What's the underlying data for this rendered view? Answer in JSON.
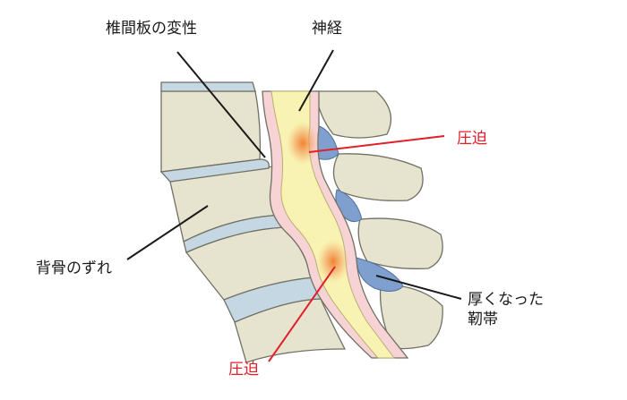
{
  "labels": {
    "disc_degeneration": "椎間板の変性",
    "nerve": "神経",
    "compression_upper": "圧迫",
    "spinal_slip": "背骨のずれ",
    "thickened_ligament_line1": "厚くなった",
    "thickened_ligament_line2": "靭帯",
    "compression_lower": "圧迫"
  },
  "colors": {
    "bone": "#e6e4cf",
    "bone_outline": "#707064",
    "disc": "#c5d7e2",
    "canal_band": "#f7d3d5",
    "nerve": "#f8f3b2",
    "ligament": "#7fa0cf",
    "compression_glow": "#f08a3a",
    "compression_label": "#e0202a",
    "leader_line": "#1a1a1a"
  }
}
